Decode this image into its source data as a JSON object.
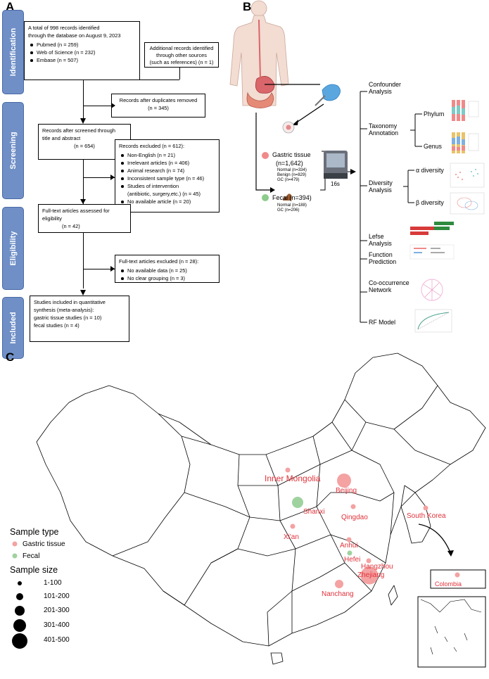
{
  "panels": {
    "a": "A",
    "b": "B",
    "c": "C"
  },
  "prisma": {
    "stages": [
      "Identification",
      "Screening",
      "Eligibility",
      "Included"
    ],
    "identified": {
      "lines": [
        "A total of  998 records identified",
        "through the database on August 9, 2023"
      ],
      "items": [
        "Pubmed (n = 259)",
        "Web of Science (n = 232)",
        "Embase (n = 507)"
      ]
    },
    "additional": {
      "lines": [
        "Additional records identified",
        "through other sources",
        "(such as references) (n = 1)"
      ]
    },
    "duplicates": {
      "lines": [
        "Records after duplicates removed",
        "(n = 345)"
      ]
    },
    "screened": {
      "lines": [
        "Records after screened through",
        "title and abstract",
        "(n = 654)"
      ]
    },
    "excluded": {
      "title": "Records excluded (n = 612):",
      "items": [
        "Non-English (n = 21)",
        "Irrelevant articles (n = 406)",
        "Animal research (n = 74)",
        "Inconsistent sample type (n = 46)",
        "Studies of intervention"
      ],
      "intervention_detail": "(antibiotic, surgery,etc.) (n = 45)",
      "last": "No available article (n = 20)"
    },
    "fulltext": {
      "lines": [
        "Full-text articles assessed for",
        "eligibility",
        "(n = 42)"
      ]
    },
    "fulltext_excluded": {
      "title": "Full-text articles excluded (n = 28):",
      "items": [
        "No available data (n = 25)",
        "No clear grouping (n = 3)"
      ]
    },
    "included": {
      "lines": [
        "Studies included in quantitative",
        "synthesis (meta-analysis):",
        "gastric tissue studies (n = 10)",
        "fecal studies (n = 4)"
      ]
    }
  },
  "workflow": {
    "gastric": {
      "label": "Gastric tissue",
      "n": "(n=1,642)",
      "groups": [
        "Normal (n=334)",
        "Benign (n=829)",
        "GC (n=479)"
      ],
      "color": "#f08a8a"
    },
    "fecal": {
      "label": "Fecal (n=394)",
      "groups": [
        "Normal (n=188)",
        "GC (n=206)"
      ],
      "color": "#8ccc8c"
    },
    "sequencing": "16s",
    "analyses": [
      "Confounder",
      "Analysis",
      "Taxonomy",
      "Annotation",
      "Diversity",
      "Analysis",
      "Lefse",
      "Analysis",
      "Function",
      "Prediction",
      "Co-occurrence",
      "Network",
      "RF Model"
    ],
    "taxonomy_levels": [
      "Phylum",
      "Genus"
    ],
    "diversity_types": [
      "α diversity",
      "β diversity"
    ]
  },
  "map": {
    "locations": [
      {
        "name": "Inner Mongolia",
        "type": "gastric",
        "size": 1
      },
      {
        "name": "Beijing",
        "type": "gastric",
        "size": 4
      },
      {
        "name": "Shanxi",
        "type": "fecal",
        "size": 3
      },
      {
        "name": "Qingdao",
        "type": "gastric",
        "size": 1
      },
      {
        "name": "South Korea",
        "type": "gastric",
        "size": 1
      },
      {
        "name": "Xi'an",
        "type": "gastric",
        "size": 1
      },
      {
        "name": "Anhui",
        "type": "gastric",
        "size": 1
      },
      {
        "name": "Hefei",
        "type": "fecal",
        "size": 1
      },
      {
        "name": "Hangzhou",
        "type": "gastric",
        "size": 1
      },
      {
        "name": "Zhejiang",
        "type": "gastric",
        "size": 5
      },
      {
        "name": "Nanchang",
        "type": "gastric",
        "size": 2
      },
      {
        "name": "Colombia",
        "type": "gastric",
        "size": 1
      }
    ],
    "legend": {
      "type_title": "Sample type",
      "types": [
        "Gastric tissue",
        "Fecal"
      ],
      "size_title": "Sample size",
      "sizes": [
        "1-100",
        "101-200",
        "201-300",
        "301-400",
        "401-500"
      ]
    },
    "colors": {
      "gastric": "#f4a2a2",
      "fecal": "#9fd29f",
      "label": "#e0323a"
    }
  }
}
